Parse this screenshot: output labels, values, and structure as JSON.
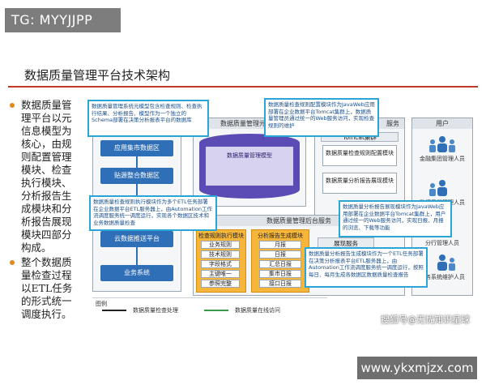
{
  "watermark_tag": "TG: MYYJJPP",
  "watermark_url": "www.ykxmjzx.com",
  "watermark_sohu": "搜狐号@无忧知识星球",
  "title": "数据质量管理平台技术架构",
  "bullets": [
    "数据质量管理平台以元信息模型为核心，由规则配置管理模块、检查执行模块、分析报告生成模块和分析报告展现模块四部分构成。",
    "整个数据质量检查过程以ETL任务的形式统一调度执行。"
  ],
  "left_column": {
    "boxes": [
      "应用集市数据区",
      "贴源整合数据区",
      "云数据推送平台",
      "业务系统"
    ]
  },
  "meta_panel": {
    "header": "数据质量管理元信息",
    "db_label": "数据质量管理模型"
  },
  "right_panel": {
    "header": "服务",
    "config_box": "数据质量检查规则配置模块",
    "report_box": "数据质量分析报告展现模块",
    "tomcat_label": "Tomcat集群",
    "bottom_label": "展现服务"
  },
  "backend_panel": {
    "header": "数据质量管理后台服务",
    "exec_header": "检查规则执行模块",
    "report_gen_header": "分析报告生成模块",
    "exec_items": [
      "业务规则",
      "技术规则",
      "字段格式",
      "主键唯一",
      "参照完整"
    ],
    "report_items": [
      "月报",
      "日报",
      "汇总日报",
      "集市日报",
      "接口日报"
    ]
  },
  "users": {
    "header": "用户",
    "groups": [
      "金融集团管理人员",
      "数据质量管理人员",
      "分行管理人员",
      "业务系统维护人员"
    ]
  },
  "callouts": [
    "数据质量管理系统元模型包含检查规则、检查执行结果、分析报告、模型作为一个独立的Schema部署在决策分析报表平台的数据库",
    "数据质量检查规则配置模块作为JavaWeb应用部署在企业数据平台Tomcat集群上，数据质量管理员通过统一的Web服务访问，实现检查规则的维护",
    "数据质量检查规则执行模块作为多个ETL任务部署在企业数据平台ETL服务器上，由Automation工作流调度服务统一调度运行，实现各个数据区技术和业务数据质量检查",
    "数据质量分析报告展现模块作为JavaWeb应用部署在企业数据平台Tomcat集群上，用户通过统一的Web服务访问，实现日报、月报的浏览、下载等功能",
    "数据质量分析报告生成模块作为一个ETL任务部署在决策分析报表平台ETL服务器上，由Automation工作流调度服务统一调度运行，按照每日、每月生成各数据区数据质量检查报告"
  ],
  "legend": {
    "title": "图例",
    "items": [
      "数据质量检查处理",
      "数据质量在线访问"
    ]
  },
  "colors": {
    "accent_red": "#c0392b",
    "callout_border": "#2aa6d6",
    "box_blue": "#2e6fb7",
    "orange": "#f6b63c"
  }
}
